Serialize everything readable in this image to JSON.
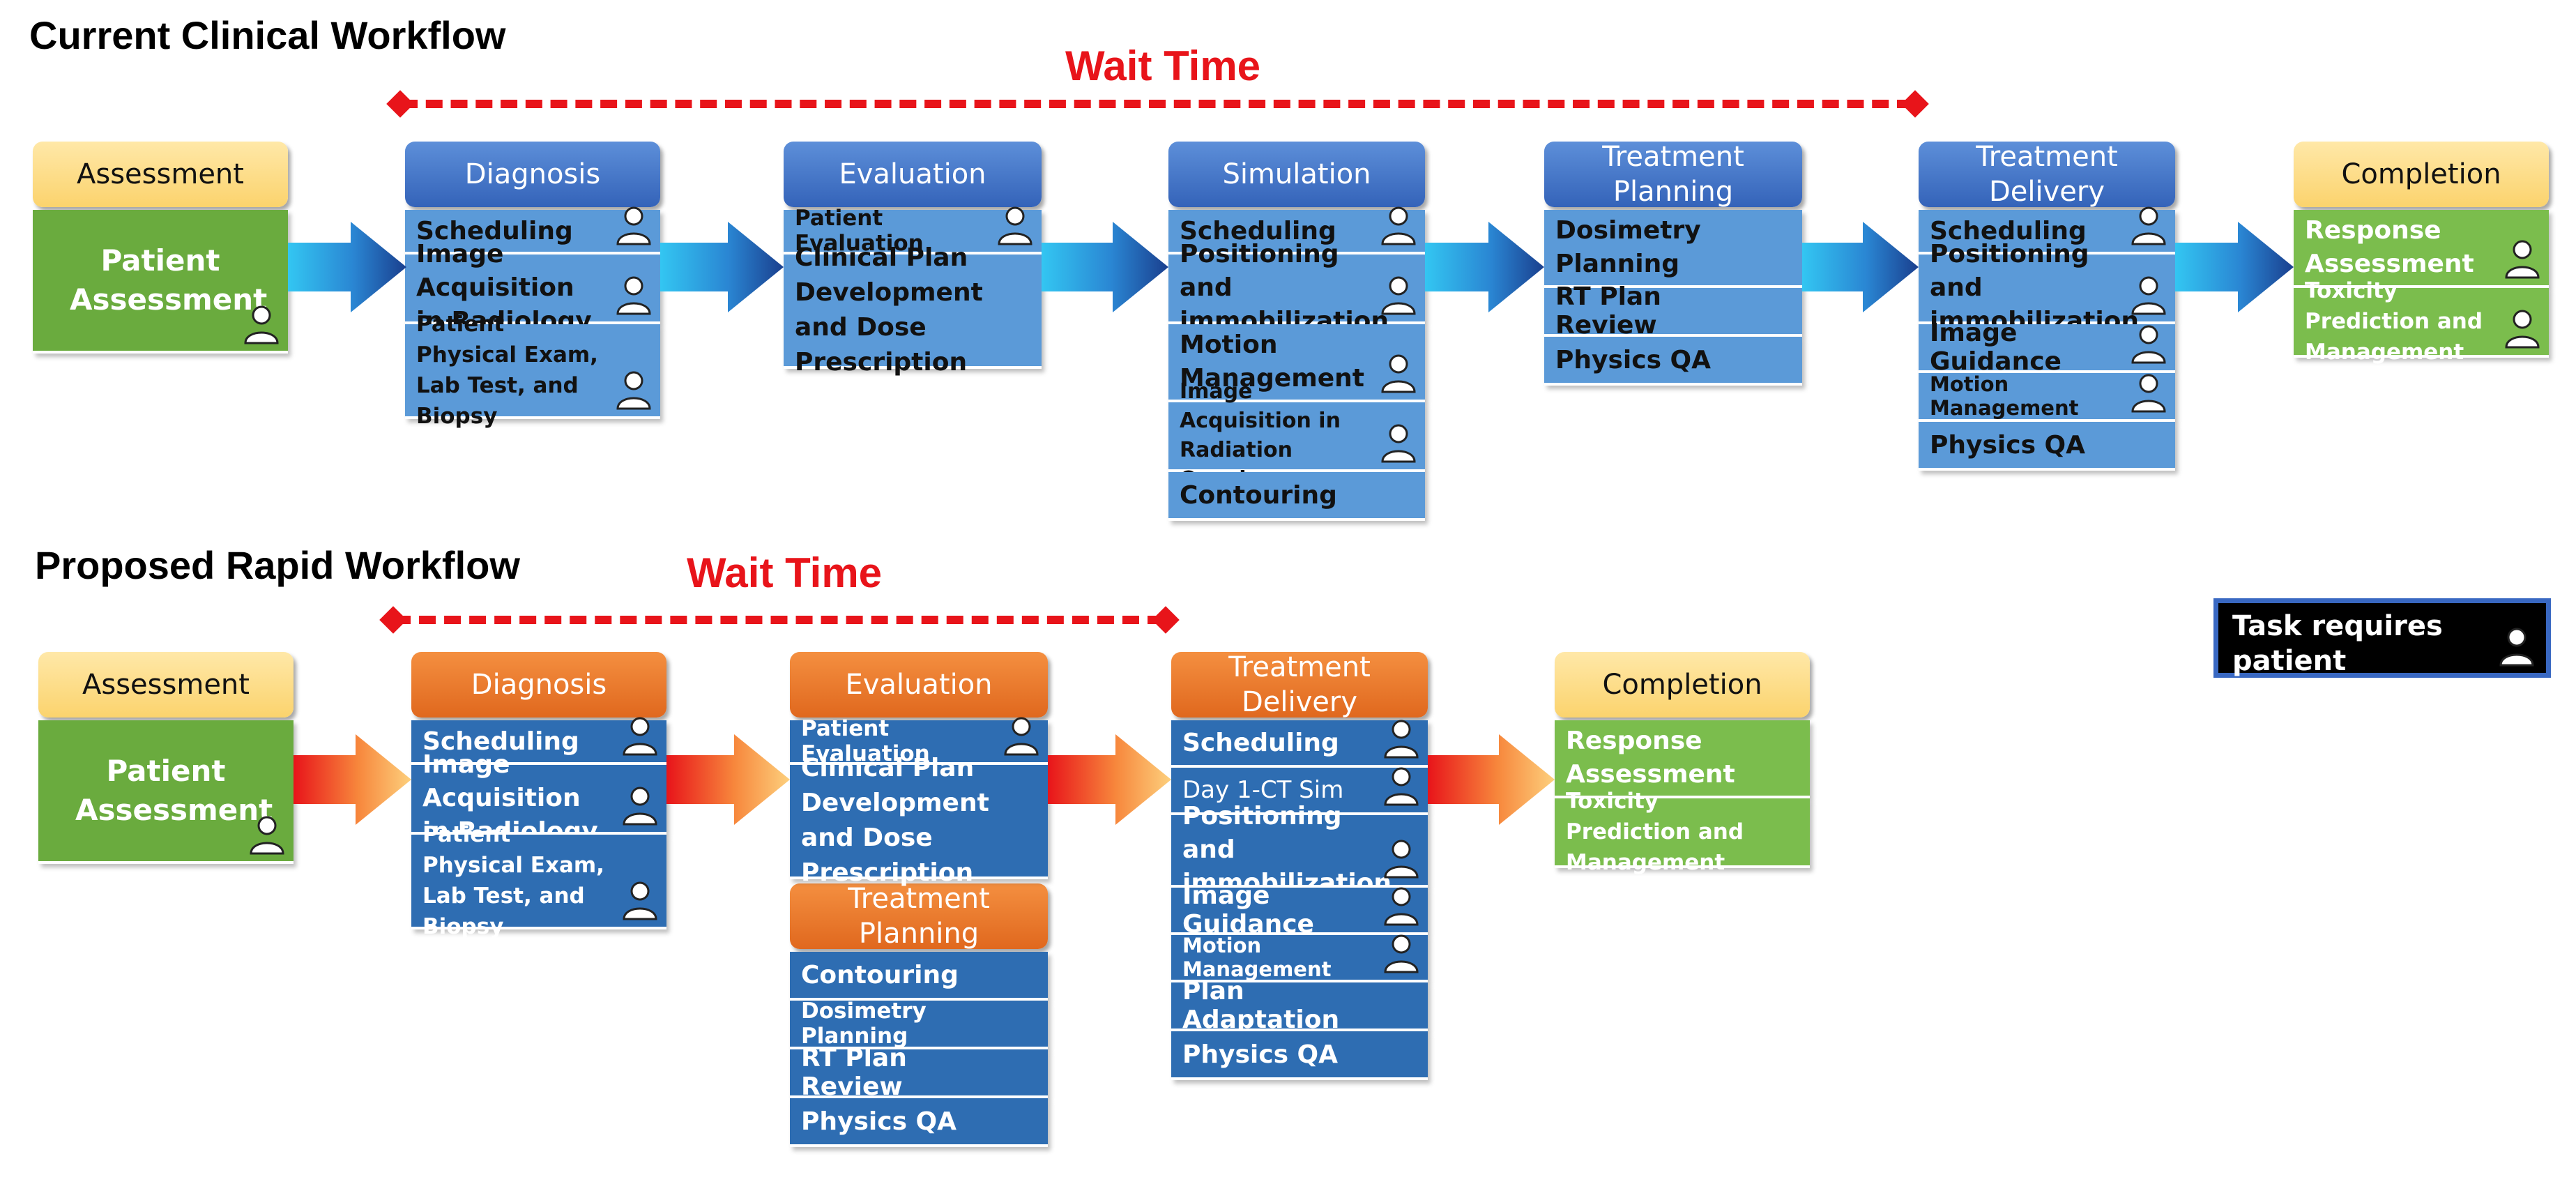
{
  "current": {
    "title": "Current Clinical Workflow",
    "wait_label": "Wait Time",
    "assessment": {
      "header": "Assessment",
      "box": "Patient Assessment"
    },
    "diagnosis": {
      "header": "Diagnosis",
      "tasks": [
        "Scheduling",
        "Image Acquisition in Radiology",
        "Patient Physical Exam, Lab Test, and Biopsy"
      ]
    },
    "evaluation": {
      "header": "Evaluation",
      "tasks": [
        "Patient Evaluation",
        "Clinical Plan Development and Dose Prescription"
      ]
    },
    "simulation": {
      "header": "Simulation",
      "tasks": [
        "Scheduling",
        "Positioning and immobilization",
        "Motion Management",
        "Image Acquisition in Radiation Oncology",
        "Contouring"
      ]
    },
    "treatment_planning": {
      "header": "Treatment Planning",
      "tasks": [
        "Dosimetry Planning",
        "RT Plan Review",
        "Physics QA"
      ]
    },
    "treatment_delivery": {
      "header": "Treatment Delivery",
      "tasks": [
        "Scheduling",
        "Positioning and immobilization",
        "Image Guidance",
        "Motion Management",
        "Physics QA"
      ]
    },
    "completion": {
      "header": "Completion",
      "tasks": [
        "Response Assessment",
        "Toxicity Prediction and Management"
      ]
    }
  },
  "proposed": {
    "title": "Proposed Rapid Workflow",
    "wait_label": "Wait Time",
    "assessment": {
      "header": "Assessment",
      "box": "Patient Assessment"
    },
    "diagnosis": {
      "header": "Diagnosis",
      "tasks": [
        "Scheduling",
        "Image Acquisition in Radiology",
        "Patient Physical Exam, Lab Test, and Biopsy"
      ]
    },
    "evaluation": {
      "header": "Evaluation",
      "tasks": [
        "Patient Evaluation",
        "Clinical Plan Development and Dose Prescription"
      ]
    },
    "treatment_planning": {
      "header": "Treatment Planning",
      "tasks": [
        "Contouring",
        "Dosimetry Planning",
        "RT Plan Review",
        "Physics QA"
      ]
    },
    "treatment_delivery": {
      "header": "Treatment Delivery",
      "tasks": [
        "Scheduling",
        "Day 1-CT Sim",
        "Positioning and immobilization",
        "Image Guidance",
        "Motion Management",
        "Plan Adaptation",
        "Physics QA"
      ]
    },
    "completion": {
      "header": "Completion",
      "tasks": [
        "Response Assessment",
        "Toxicity Prediction and Management"
      ]
    }
  },
  "legend": {
    "text": "Task requires patient involvement",
    "icon": "person-icon"
  },
  "colors": {
    "wait": "#e8141a",
    "current_header": "#3463b9",
    "proposed_header": "#e0681e",
    "assessment_header": "#fbd36d",
    "green": "#6aab3e"
  }
}
